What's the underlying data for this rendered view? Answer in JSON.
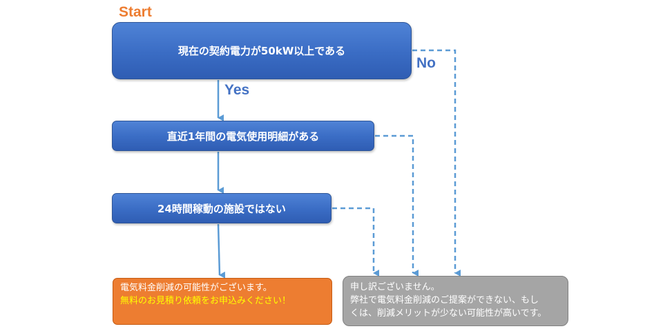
{
  "start_label": "Start",
  "yes_label": "Yes",
  "no_label": "No",
  "questions": [
    "現在の契約電力が50kW以上である",
    "直近1年間の電気使用明細がある",
    "24時間稼動の施設ではない"
  ],
  "result_positive": {
    "line1": "電気料金削減の可能性がございます。",
    "line2": "無料のお見積り依頼をお申込みください！"
  },
  "result_negative": {
    "line1": "申し訳ございません。",
    "line2": "弊社で電気料金削減のご提案ができない、もし",
    "line3": "くは、削減メリットが少ない可能性が高いです。"
  },
  "colors": {
    "start": "#ed7d31",
    "question_box": "#3a6cc4",
    "yes_no_text": "#4472c4",
    "connector": "#5b9bd5",
    "positive_box": "#ed7d31",
    "positive_highlight": "#ffff00",
    "negative_box": "#a5a5a5"
  }
}
